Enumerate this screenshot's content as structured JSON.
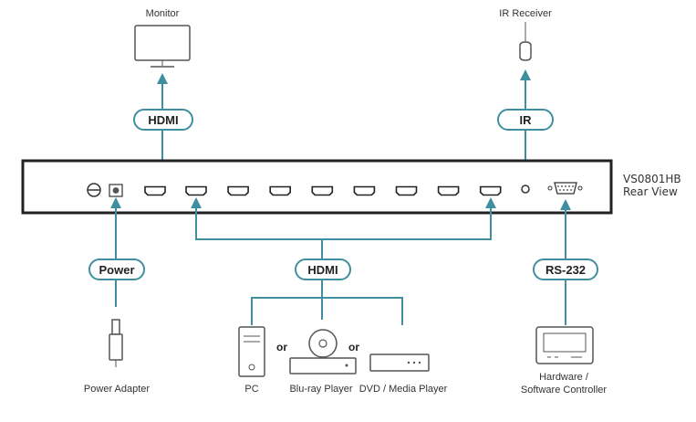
{
  "colors": {
    "wire": "#3f8fa0",
    "device_outline": "#555555",
    "panel_border": "#222222"
  },
  "device": {
    "model": "VS0801HB",
    "view": "Rear View",
    "hdmi_input_count": 8
  },
  "labels": {
    "monitor": "Monitor",
    "ir_receiver": "IR Receiver",
    "power_adapter": "Power Adapter",
    "pc": "PC",
    "bluray": "Blu-ray Player",
    "dvd": "DVD / Media Player",
    "controller_line1": "Hardware /",
    "controller_line2": "Software Controller",
    "or1": "or",
    "or2": "or"
  },
  "tags": {
    "hdmi_out": "HDMI",
    "ir": "IR",
    "power": "Power",
    "hdmi_in": "HDMI",
    "rs232": "RS-232"
  },
  "icons": [
    "monitor-icon",
    "ir-receiver-icon",
    "power-adapter-icon",
    "pc-tower-icon",
    "bluray-player-icon",
    "dvd-player-icon",
    "controller-terminal-icon",
    "hdmi-port-icon",
    "db9-port-icon",
    "power-switch-icon",
    "dc-jack-icon",
    "ir-jack-icon"
  ]
}
